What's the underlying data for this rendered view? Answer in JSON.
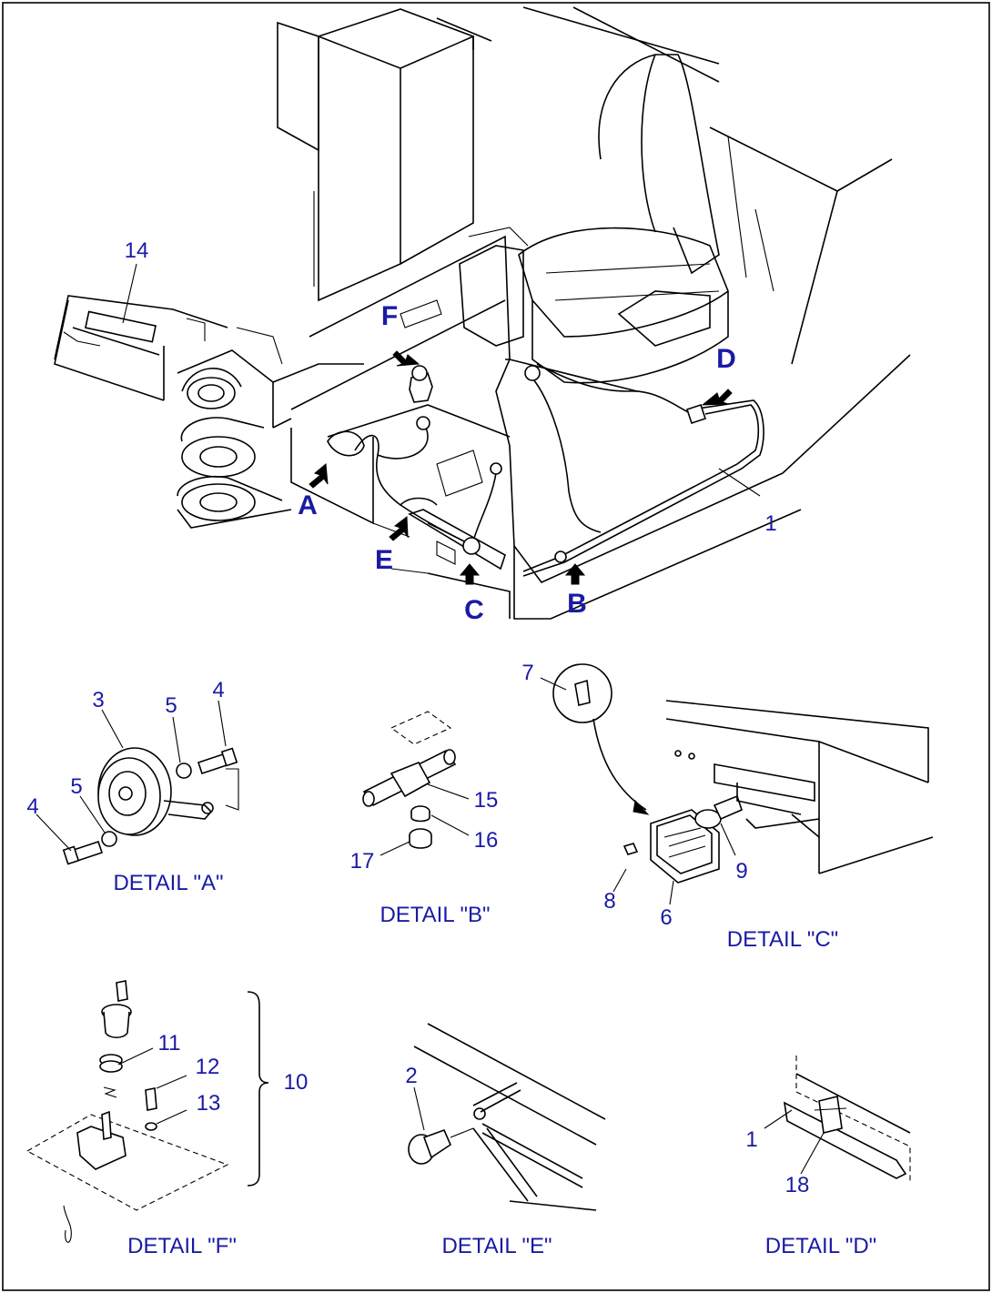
{
  "part_numbers": {
    "n1_main": "1",
    "n1_detail_d": "1",
    "n2": "2",
    "n3": "3",
    "n4_upper": "4",
    "n4_lower": "4",
    "n5_upper": "5",
    "n5_lower": "5",
    "n6": "6",
    "n7": "7",
    "n8": "8",
    "n9": "9",
    "n10": "10",
    "n11": "11",
    "n12": "12",
    "n13": "13",
    "n14": "14",
    "n15": "15",
    "n16": "16",
    "n17": "17",
    "n18": "18"
  },
  "view_letters": {
    "a": "A",
    "b": "B",
    "c": "C",
    "d": "D",
    "e": "E",
    "f": "F"
  },
  "detail_titles": {
    "a": "DETAIL \"A\"",
    "b": "DETAIL \"B\"",
    "c": "DETAIL \"C\"",
    "d": "DETAIL \"D\"",
    "e": "DETAIL \"E\"",
    "f": "DETAIL \"F\""
  },
  "colors": {
    "label": "#1a1aa6",
    "line": "#000000",
    "background": "#ffffff"
  }
}
